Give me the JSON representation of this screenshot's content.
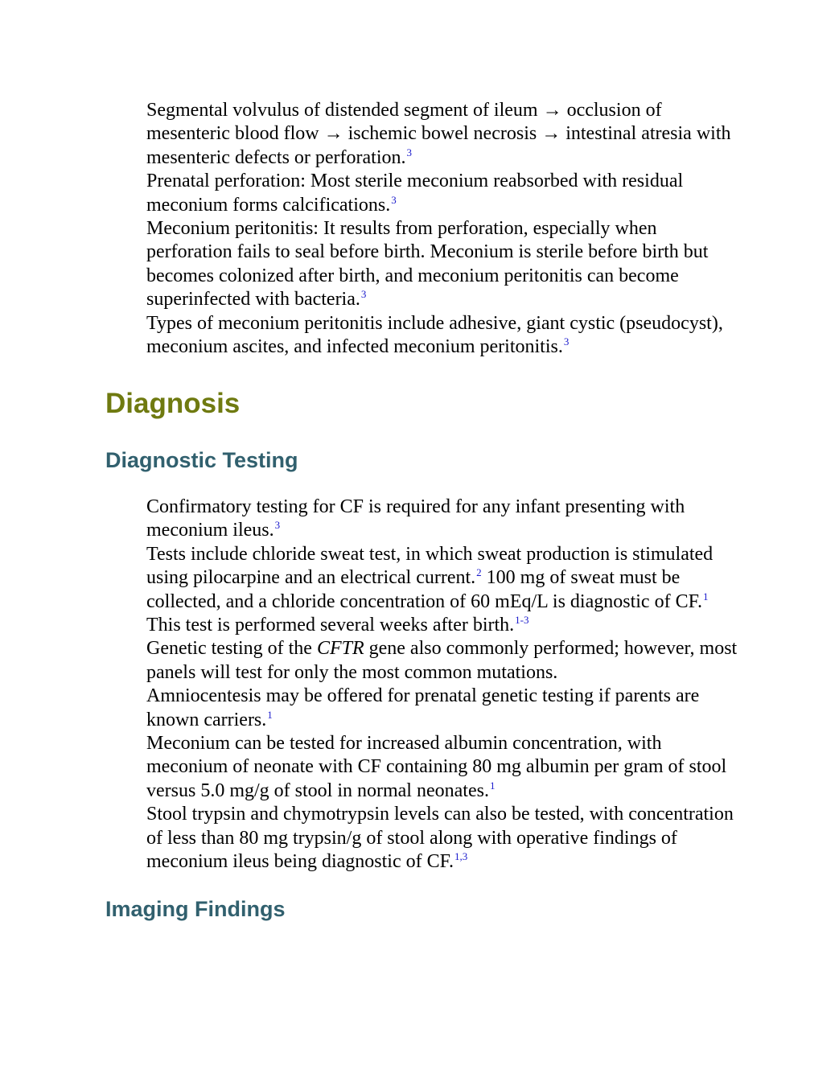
{
  "colors": {
    "heading1": "#6f7a10",
    "heading2": "#31606e",
    "reference_link": "#1a1acc",
    "body_text": "#000000"
  },
  "top_section": {
    "paragraphs": [
      {
        "text": "Segmental volvulus of distended segment of ileum → occlusion of mesenteric blood flow → ischemic bowel necrosis → intestinal atresia with mesenteric defects or perforation.",
        "ref": "3"
      },
      {
        "text": "Prenatal perforation: Most sterile meconium reabsorbed with residual meconium forms calcifications.",
        "ref": "3"
      },
      {
        "text": "Meconium peritonitis: It results from perforation, especially when perforation fails to seal before birth. Meconium is sterile before birth but becomes colonized after birth, and meconium peritonitis can become superinfected with bacteria.",
        "ref": "3"
      },
      {
        "text": "Types of meconium peritonitis include adhesive, giant cystic (pseudocyst), meconium ascites, and infected meconium peritonitis.",
        "ref": "3"
      }
    ]
  },
  "diagnosis": {
    "heading": "Diagnosis",
    "testing_heading": "Diagnostic Testing",
    "testing_paragraphs": {
      "p1": {
        "text": "Confirmatory testing for CF is required for any infant presenting with meconium ileus.",
        "ref": "3"
      },
      "p2": {
        "a": "Tests include chloride sweat test, in which sweat production is stimulated using pilocarpine and an electrical current.",
        "ref_a": "2",
        "b": " 100 mg of sweat must be collected, and a chloride concentration of 60 mEq/L is diagnostic of CF.",
        "ref_b": "1",
        "c": " This test is performed several weeks after birth.",
        "ref_c": "1-3"
      },
      "p3": {
        "a": "Genetic testing of the ",
        "gene": "CFTR",
        "b": " gene also commonly performed; however, most panels will test for only the most common mutations."
      },
      "p4": {
        "text": "Amniocentesis may be offered for prenatal genetic testing if parents are known carriers.",
        "ref": "1"
      },
      "p5": {
        "text": "Meconium can be tested for increased albumin concentration, with meconium of neonate with CF containing 80 mg albumin per gram of stool versus 5.0 mg/g of stool in normal neonates.",
        "ref": "1"
      },
      "p6": {
        "text": "Stool trypsin and chymotrypsin levels can also be tested, with concentration of less than 80 mg trypsin/g of stool along with operative findings of meconium ileus being diagnostic of CF.",
        "ref": "1,3"
      }
    },
    "imaging_heading": "Imaging Findings"
  }
}
